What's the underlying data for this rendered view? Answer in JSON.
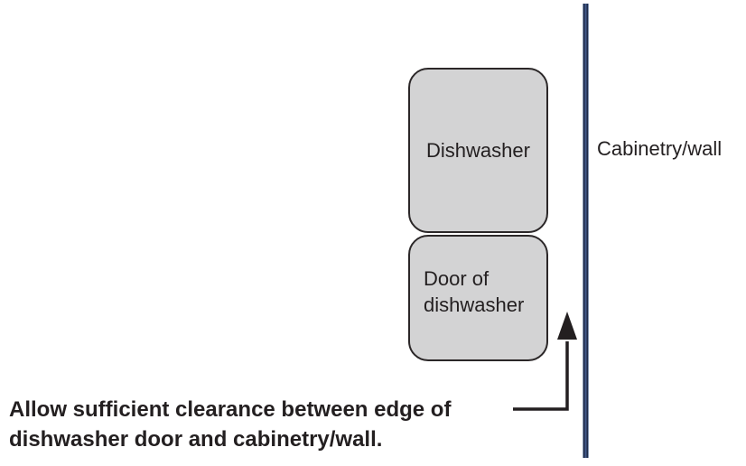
{
  "diagram": {
    "dishwasher_label": "Dishwasher",
    "door_label": "Door of dishwasher",
    "wall_label": "Cabinetry/wall",
    "caption_lines": [
      "Allow sufficient clearance between edge of",
      "dishwasher door and cabinetry/wall."
    ]
  },
  "colors": {
    "box_fill": "#d3d3d4",
    "box_border": "#2b2728",
    "text": "#231f20",
    "arrow": "#231f20",
    "wall_line_dark": "#1e2a48",
    "wall_line_mid": "#41598a",
    "wall_line_light": "#8395b1"
  }
}
